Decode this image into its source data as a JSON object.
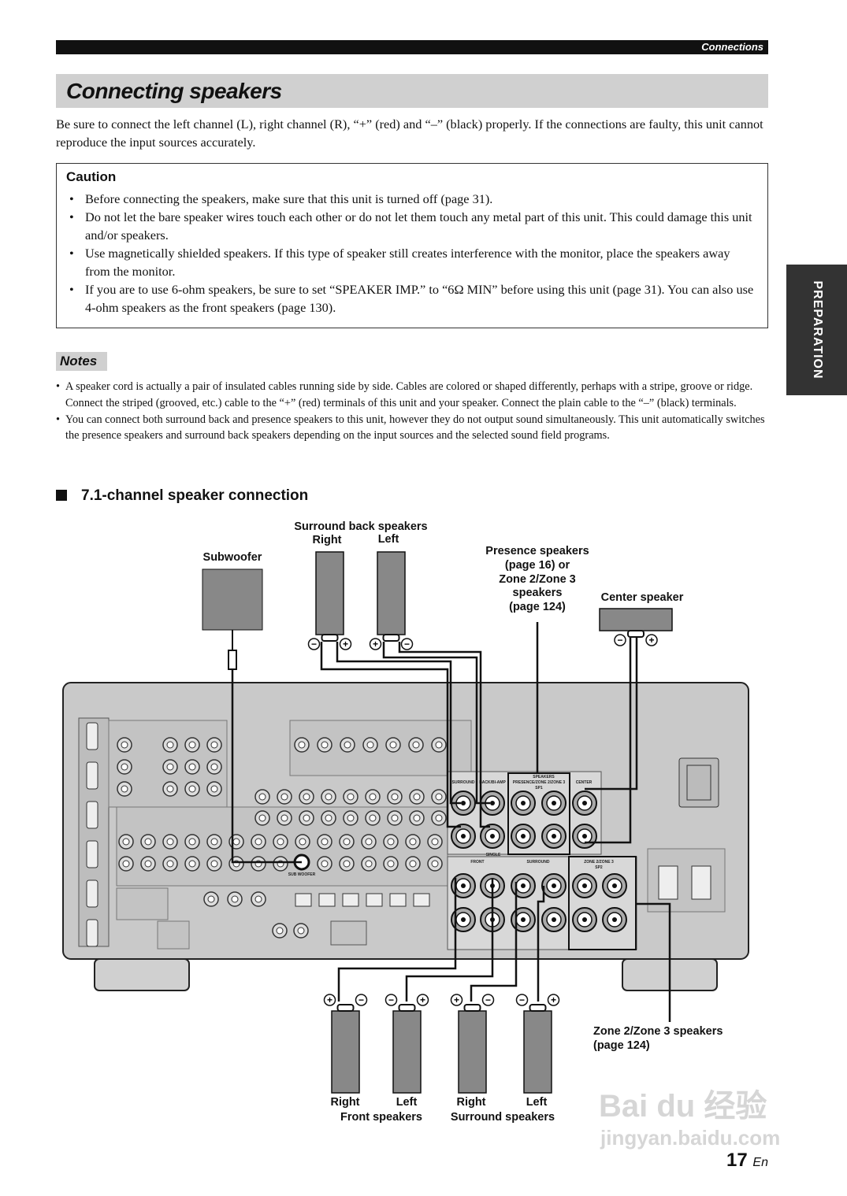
{
  "header": {
    "section": "Connections"
  },
  "title": "Connecting speakers",
  "intro": "Be sure to connect the left channel (L), right channel (R), “+” (red) and “–” (black) properly. If the connections are faulty, this unit cannot reproduce the input sources accurately.",
  "caution": {
    "heading": "Caution",
    "items": [
      "Before connecting the speakers, make sure that this unit is turned off (page 31).",
      "Do not let the bare speaker wires touch each other or do not let them touch any metal part of this unit. This could damage this unit and/or speakers.",
      "Use magnetically shielded speakers. If this type of speaker still creates interference with the monitor, place the speakers away from the monitor.",
      "If you are to use 6-ohm speakers, be sure to set “SPEAKER IMP.” to “6Ω MIN” before using this unit (page 31). You can also use 4-ohm speakers as the front speakers (page 130)."
    ]
  },
  "side_tab": "PREPARATION",
  "notes": {
    "heading": "Notes",
    "items": [
      "A speaker cord is actually a pair of insulated cables running side by side. Cables are colored or shaped differently, perhaps with a stripe, groove or ridge. Connect the striped (grooved, etc.) cable to the “+” (red) terminals of this unit and your speaker. Connect the plain cable to the “–” (black) terminals.",
      "You can connect both surround back and presence speakers to this unit, however they do not output sound simultaneously. This unit automatically switches the presence speakers and surround back speakers depending on the input sources and the selected sound field programs."
    ]
  },
  "section_heading": "7.1-channel speaker connection",
  "diagram": {
    "surround_back": "Surround back speakers",
    "sb_right": "Right",
    "sb_left": "Left",
    "subwoofer": "Subwoofer",
    "presence": [
      "Presence speakers",
      "(page 16) or",
      "Zone 2/Zone 3",
      "speakers",
      "(page 124)"
    ],
    "center": "Center speaker",
    "zone": [
      "Zone 2/Zone 3 speakers",
      "(page 124)"
    ],
    "front_right": "Right",
    "front_left": "Left",
    "front": "Front speakers",
    "surround_right": "Right",
    "surround_left": "Left",
    "surround": "Surround speakers",
    "panel": {
      "speakers": "SPEAKERS",
      "surround_top": "SURROUND",
      "back_biamp": "BACK/BI-AMP",
      "presence_zone": "PRESENCE/ZONE 2/ZONE 3",
      "sp1": "SP1",
      "center": "CENTER",
      "single": "SINGLE",
      "front": "FRONT",
      "surround": "SURROUND",
      "zone": "ZONE 2/ZONE 3",
      "sp2": "SP2",
      "subwoofer_jack": "SUB WOOFER"
    }
  },
  "page_number": "17",
  "page_lang": "En",
  "watermark": {
    "line1": "Bai du 经验",
    "line2": "jingyan.baidu.com"
  }
}
